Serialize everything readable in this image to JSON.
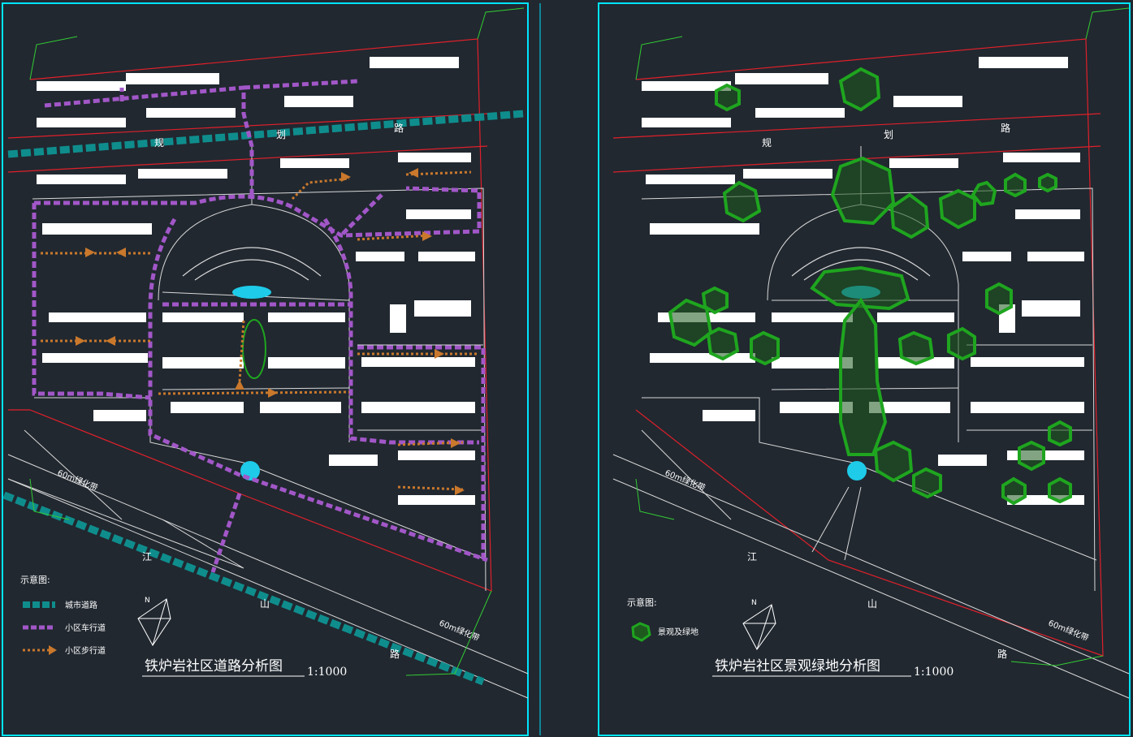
{
  "colors": {
    "background": "#212830",
    "frame": "#00e5ff",
    "boundary": "#e0202a",
    "building": "#ffffff",
    "line": "#d8d8d8",
    "city_road": "#0f8d8d",
    "vehicle_road": "#a257c8",
    "pedestrian_path": "#c9782c",
    "green_space": "#1fa51f",
    "fountain": "#1ecbe8"
  },
  "left_panel": {
    "title": "铁炉岩社区道路分析图",
    "scale": "1:1000",
    "legend_heading": "示意图:",
    "legend": [
      {
        "label": "城市道路",
        "style": "city_road"
      },
      {
        "label": "小区车行道",
        "style": "vehicle_road"
      },
      {
        "label": "小区步行道",
        "style": "pedestrian_path"
      }
    ],
    "road_chars": [
      "规",
      "划",
      "路"
    ],
    "river_chars": [
      "江",
      "山",
      "路"
    ],
    "belt_labels": [
      "60m绿化带",
      "60m绿化带"
    ],
    "compass": "N"
  },
  "right_panel": {
    "title": "铁炉岩社区景观绿地分析图",
    "scale": "1:1000",
    "legend_heading": "示意图:",
    "legend": [
      {
        "label": "景观及绿地",
        "style": "green_space"
      }
    ],
    "road_chars": [
      "规",
      "划",
      "路"
    ],
    "river_chars": [
      "江",
      "山",
      "路"
    ],
    "belt_labels": [
      "60m绿化带",
      "60m绿化带"
    ],
    "compass": "N"
  }
}
